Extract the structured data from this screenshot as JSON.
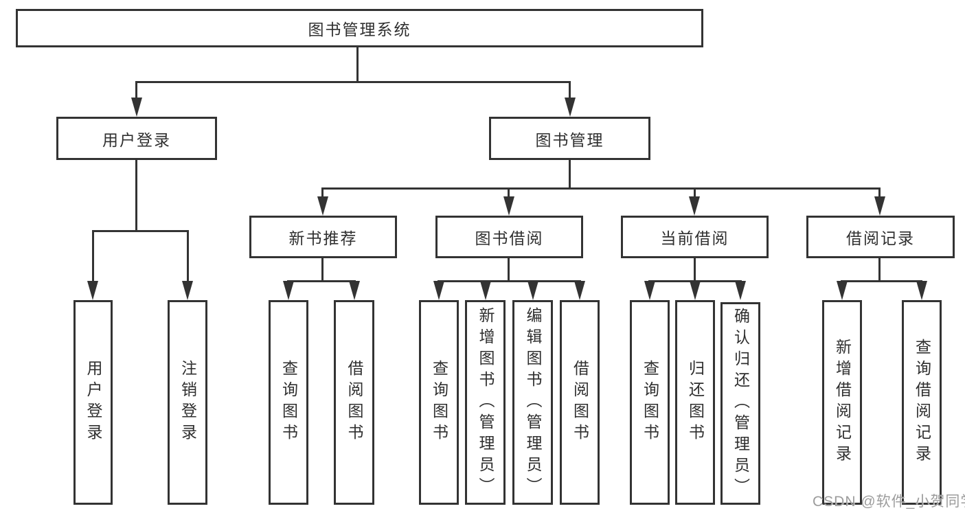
{
  "root": "图书管理系统",
  "level2": {
    "user": "用户登录",
    "books": "图书管理"
  },
  "user_children": [
    "用户登录",
    "注销登录"
  ],
  "book_sections": [
    {
      "label": "新书推荐",
      "children": [
        "查询图书",
        "借阅图书"
      ]
    },
    {
      "label": "图书借阅",
      "children": [
        "查询图书",
        "新增图书（管理员）",
        "编辑图书（管理员）",
        "借阅图书"
      ]
    },
    {
      "label": "当前借阅",
      "children": [
        "查询图书",
        "归还图书",
        "确认归还（管理员）"
      ]
    },
    {
      "label": "借阅记录",
      "children": [
        "新增借阅记录",
        "查询借阅记录"
      ]
    }
  ],
  "watermark": "CSDN @软件_小贺同学",
  "colors": {
    "line": "#333333",
    "text": "#2f2f2f",
    "watermark": "#9c9c9c",
    "background": "#ffffff"
  }
}
